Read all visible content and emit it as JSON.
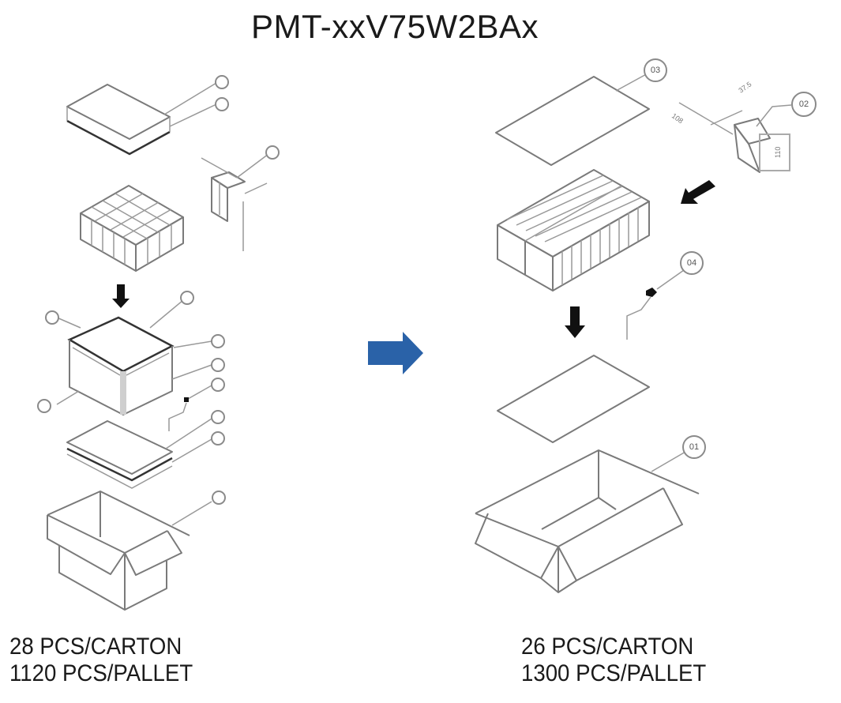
{
  "title": "PMT-xxV75W2BAx",
  "old_packing": {
    "pcs_per_carton": "28 PCS/CARTON",
    "pcs_per_pallet": "1120 PCS/PALLET"
  },
  "new_packing": {
    "pcs_per_carton": "26 PCS/CARTON",
    "pcs_per_pallet": "1300 PCS/PALLET",
    "callouts": {
      "pad_top": "03",
      "end_cap": "02",
      "label": "04",
      "carton": "01"
    },
    "dimensions": {
      "d1": "37.5",
      "d2": "108",
      "d3": "110"
    }
  },
  "arrow_color": "#2a62a8"
}
